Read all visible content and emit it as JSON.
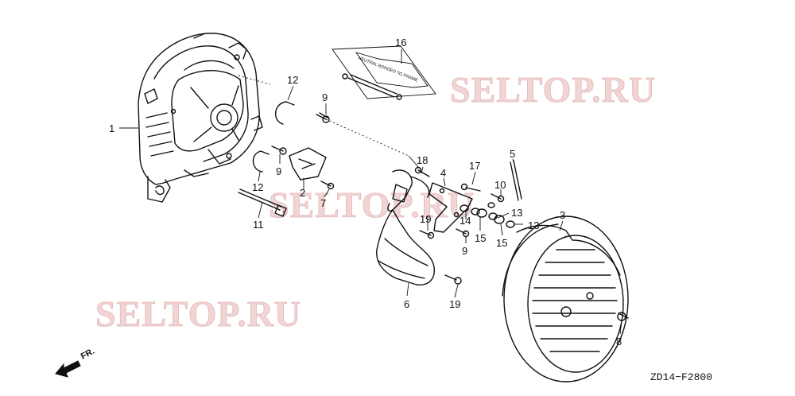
{
  "watermarks": [
    "SELTOP.RU",
    "SELTOP.RU",
    "SELTOP.RU"
  ],
  "diagram_code": "ZD14−F2800",
  "front_indicator": "FR.",
  "strap_text": "NEUTRAL BONDED TO FRAME",
  "callouts": [
    "1",
    "2",
    "3",
    "4",
    "5",
    "6",
    "7",
    "8",
    "9",
    "9",
    "9",
    "10",
    "11",
    "12",
    "12",
    "13",
    "13",
    "14",
    "15",
    "15",
    "16",
    "17",
    "18",
    "19",
    "19"
  ]
}
